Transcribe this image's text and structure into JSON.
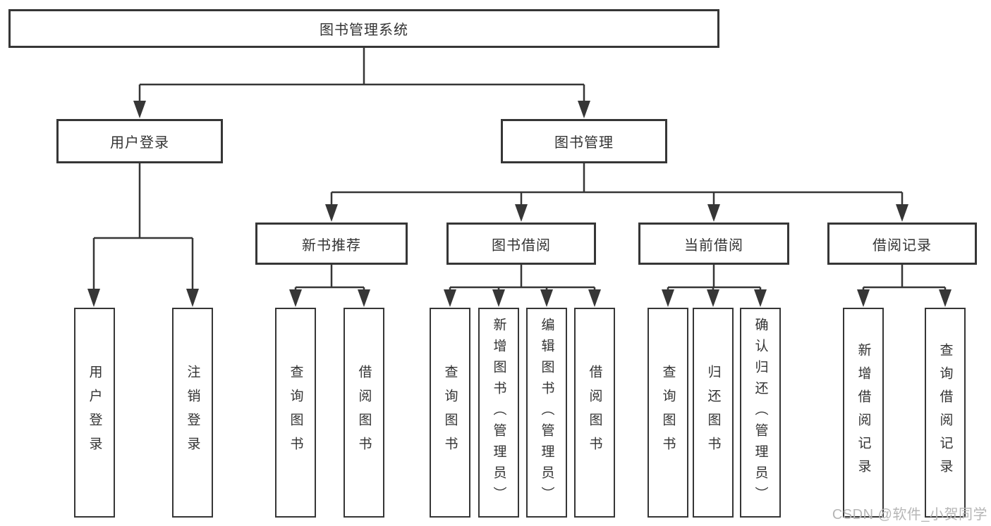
{
  "diagram_title": "图书管理系统",
  "colors": {
    "line": "#363636",
    "text": "#333333",
    "background": "#ffffff",
    "watermark": "#b6b6b6"
  },
  "nodes": {
    "root": "图书管理系统",
    "level2": [
      "用户登录",
      "图书管理"
    ],
    "level3": [
      "新书推荐",
      "图书借阅",
      "当前借阅",
      "借阅记录"
    ],
    "leaves": {
      "userLogin": [
        "用户登录",
        "注销登录"
      ],
      "newBook": [
        "查询图书",
        "借阅图书"
      ],
      "bookBorrow": [
        "查询图书",
        "新增图书（管理员）",
        "编辑图书（管理员）",
        "借阅图书"
      ],
      "currentBorrow": [
        "查询图书",
        "归还图书",
        "确认归还（管理员）"
      ],
      "borrowRecord": [
        "新增借阅记录",
        "查询借阅记录"
      ]
    }
  },
  "tree": {
    "root": "图书管理系统",
    "children": [
      {
        "label": "用户登录",
        "children": [
          "用户登录",
          "注销登录"
        ]
      },
      {
        "label": "图书管理",
        "children": [
          {
            "label": "新书推荐",
            "children": [
              "查询图书",
              "借阅图书"
            ]
          },
          {
            "label": "图书借阅",
            "children": [
              "查询图书",
              "新增图书（管理员）",
              "编辑图书（管理员）",
              "借阅图书"
            ]
          },
          {
            "label": "当前借阅",
            "children": [
              "查询图书",
              "归还图书",
              "确认归还（管理员）"
            ]
          },
          {
            "label": "借阅记录",
            "children": [
              "新增借阅记录",
              "查询借阅记录"
            ]
          }
        ]
      }
    ]
  },
  "watermark": "CSDN @软件_小贺同学"
}
